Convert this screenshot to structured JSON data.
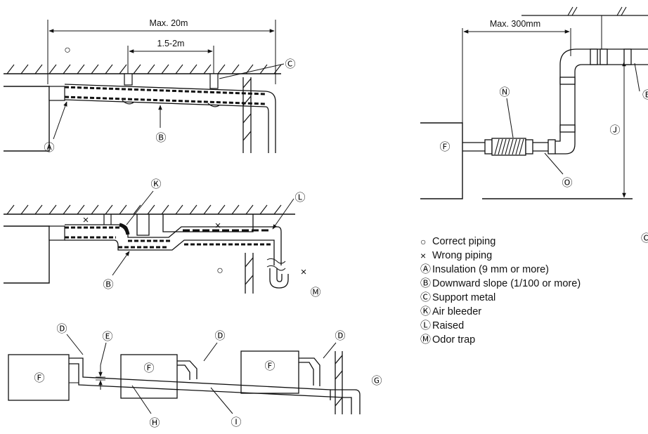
{
  "fig_left": {
    "dim_max_length": "Max. 20m",
    "dim_support_spacing": "1.5-2m",
    "mark_correct": "○",
    "mark_wrong": "×",
    "label_A": "Ⓐ",
    "label_B": "Ⓑ",
    "label_C": "Ⓒ",
    "label_K": "Ⓚ",
    "label_L": "Ⓛ",
    "label_M": "Ⓜ"
  },
  "fig_bottom": {
    "label_D": "Ⓓ",
    "label_E": "Ⓔ",
    "label_F": "Ⓕ",
    "label_G": "Ⓖ",
    "label_H": "Ⓗ",
    "label_I": "Ⓘ"
  },
  "fig_right": {
    "dim_max_offset": "Max. 300mm",
    "label_B": "Ⓑ",
    "label_F": "Ⓕ",
    "label_J": "Ⓙ",
    "label_N": "Ⓝ",
    "label_O": "Ⓞ",
    "cut_label": "Ⓒ"
  },
  "legend": [
    {
      "symbol": "○",
      "text": "Correct piping"
    },
    {
      "symbol": "×",
      "text": "Wrong piping"
    },
    {
      "symbol": "Ⓐ",
      "text": "Insulation (9 mm or more)"
    },
    {
      "symbol": "Ⓑ",
      "text": "Downward slope (1/100 or more)"
    },
    {
      "symbol": "Ⓒ",
      "text": "Support metal"
    },
    {
      "symbol": "Ⓚ",
      "text": "Air bleeder"
    },
    {
      "symbol": "Ⓛ",
      "text": "Raised"
    },
    {
      "symbol": "Ⓜ",
      "text": "Odor trap"
    }
  ]
}
